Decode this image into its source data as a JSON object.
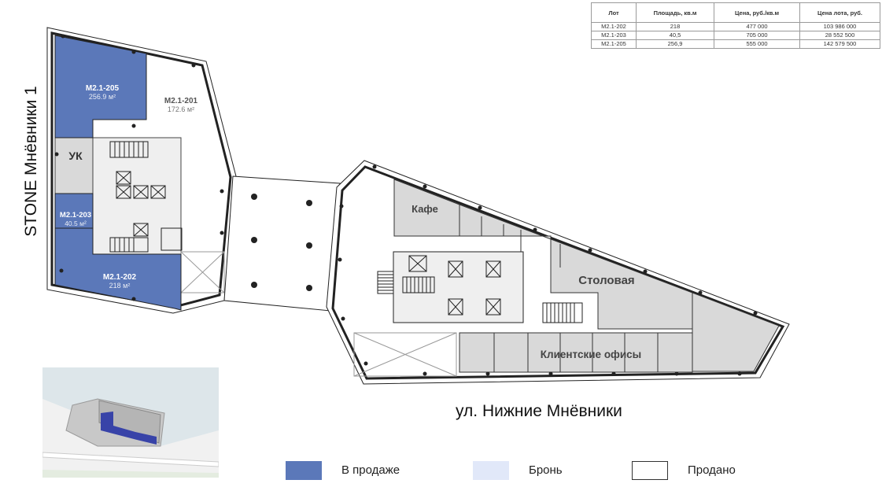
{
  "building_label": "STONE Мнёвники 1",
  "street_label": "ул. Нижние Мнёвники",
  "price_table": {
    "headers": [
      "Лот",
      "Площадь, кв.м",
      "Цена, руб./кв.м",
      "Цена лота, руб."
    ],
    "rows": [
      [
        "M2.1-202",
        "218",
        "477 000",
        "103 986 000"
      ],
      [
        "M2.1-203",
        "40,5",
        "705 000",
        "28 552 500"
      ],
      [
        "M2.1-205",
        "256,9",
        "555 000",
        "142 579 500"
      ]
    ]
  },
  "units": {
    "u205": {
      "name": "M2.1-205",
      "area": "256.9 м²",
      "status": "for_sale"
    },
    "u201": {
      "name": "M2.1-201",
      "area": "172.6 м²",
      "status": "sold"
    },
    "u203": {
      "name": "M2.1-203",
      "area": "40.5 м²",
      "status": "for_sale"
    },
    "u202": {
      "name": "M2.1-202",
      "area": "218 м²",
      "status": "for_sale"
    }
  },
  "rooms": {
    "uk": "УК",
    "cafe": "Кафе",
    "canteen": "Столовая",
    "client_offices": "Клиентские офисы"
  },
  "legend": {
    "for_sale": "В продаже",
    "reserved": "Бронь",
    "sold": "Продано"
  },
  "colors": {
    "for_sale": "#5b78b9",
    "reserved": "#e1e8f9",
    "sold": "#ffffff",
    "common": "#d9d9d9",
    "wall": "#222222"
  }
}
